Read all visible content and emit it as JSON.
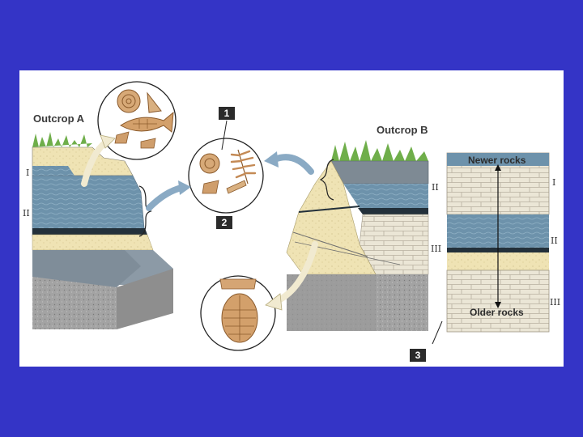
{
  "background_color": "#3434c6",
  "panel_color": "#ffffff",
  "outcrops": {
    "a_label": "Outcrop A",
    "b_label": "Outcrop B"
  },
  "layer_markers": {
    "a_I": "I",
    "a_II": "II",
    "b_II": "II",
    "b_III": "III",
    "col_I": "I",
    "col_II": "II",
    "col_III": "III"
  },
  "number_boxes": {
    "one": "1",
    "two": "2",
    "three": "3"
  },
  "column": {
    "newer_label": "Newer rocks",
    "older_label": "Older rocks"
  },
  "icons": [
    "ammonite-icon",
    "fish-fossil-icon",
    "fern-fossil-icon",
    "trilobite-icon",
    "shell-fossil-icon"
  ],
  "colors": {
    "sandstone": "#efe3b4",
    "shale": "#6b8fa8",
    "limestone": "#ebe6d6",
    "bedrock": "#9a9a9a",
    "dark_band": "#23303a",
    "arrow": "#8aaac4"
  }
}
